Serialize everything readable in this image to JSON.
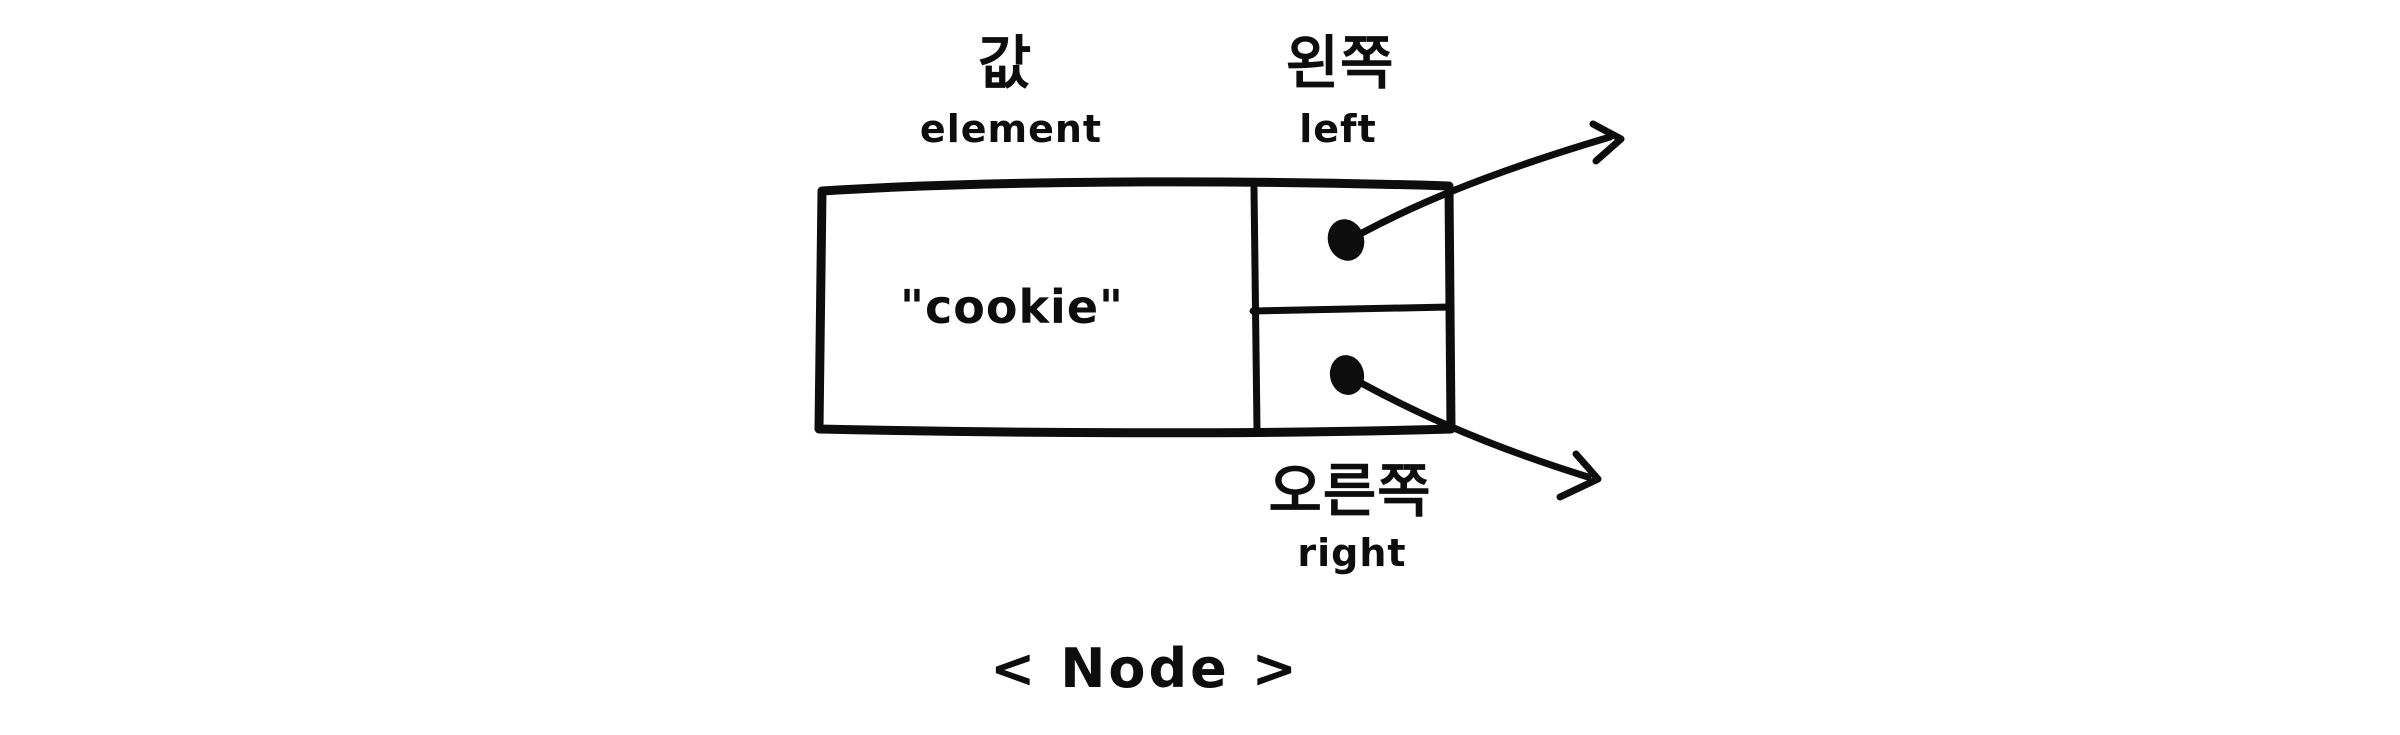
{
  "background": "#ffffff",
  "ink": "#0d0d0d",
  "node_diagram": {
    "caption": "< Node >",
    "element_field": {
      "label_ko": "값",
      "label_en": "element",
      "value": "\"cookie\""
    },
    "left_field": {
      "label_ko": "왼쪽",
      "label_en": "left"
    },
    "right_field": {
      "label_ko": "오른쪽",
      "label_en": "right"
    }
  }
}
